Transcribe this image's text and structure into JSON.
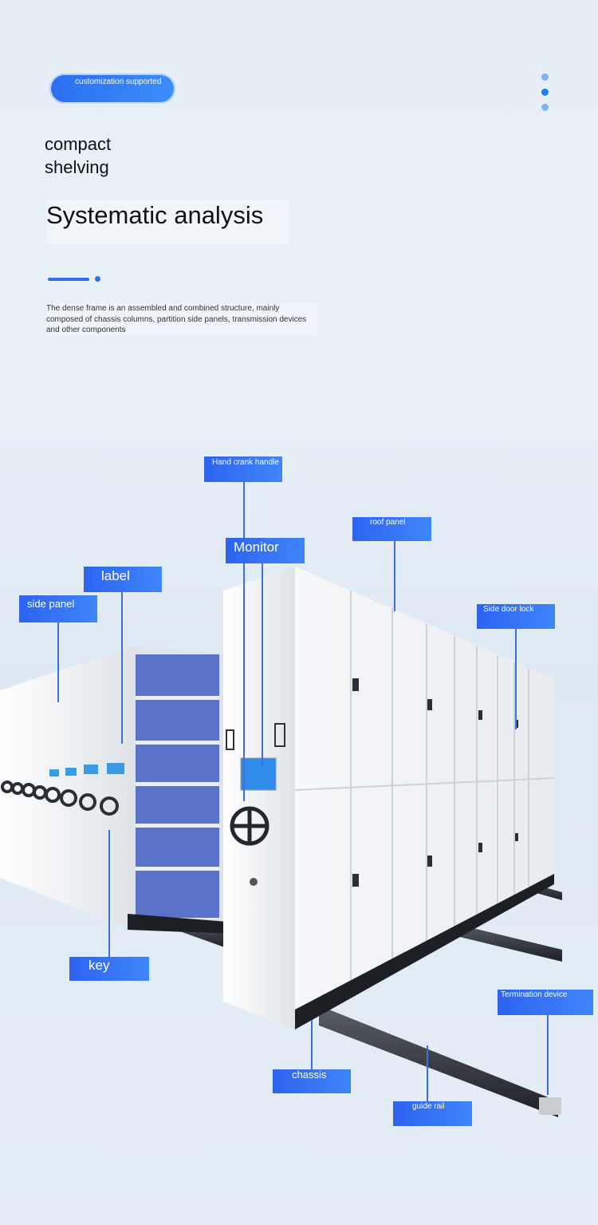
{
  "header": {
    "badge": "customization supported",
    "title_line1": "compact",
    "title_line2": "shelving",
    "subtitle": "Systematic analysis",
    "description": "The dense frame is an assembled and combined structure, mainly composed of chassis columns, partition side panels, transmission devices and other components"
  },
  "labels": {
    "hand_crank": "Hand crank handle",
    "monitor": "Monitor",
    "roof_panel": "roof panel",
    "label": "label",
    "side_panel": "side panel",
    "side_door_lock": "Side door lock",
    "key": "key",
    "termination_device": "Termination device",
    "chassis": "chassis",
    "guide_rail": "guide rail"
  },
  "colors": {
    "accent": "#2a6ff2",
    "tag_bg": "#3a78f5",
    "cabinet": "#f4f5f7"
  }
}
